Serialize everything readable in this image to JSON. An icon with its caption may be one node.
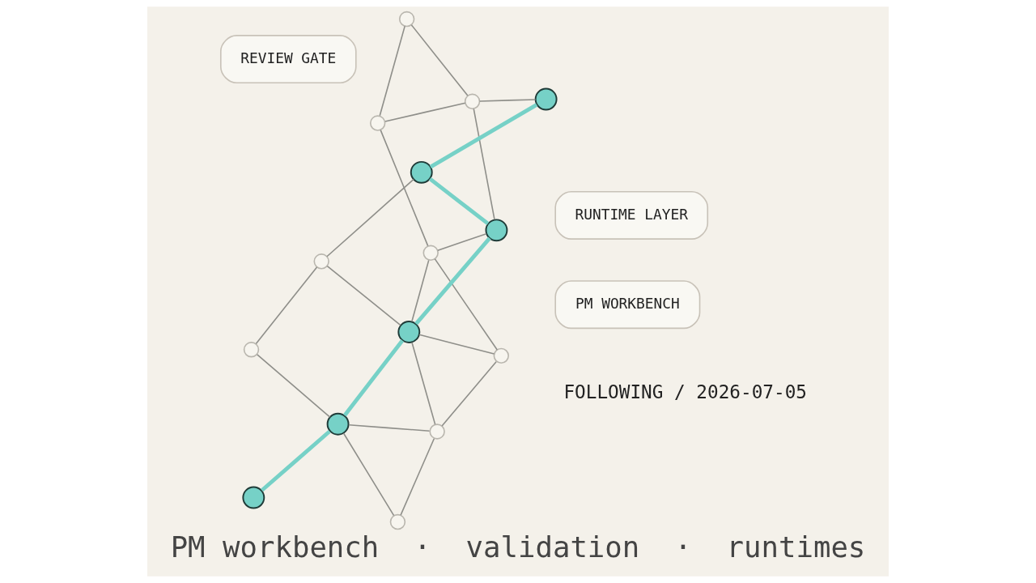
{
  "diagram": {
    "caption": "PM workbench  ·  validation  ·  runtimes",
    "nodes": [
      {
        "text": [
          "PM WORKBENCH"
        ]
      },
      {
        "text": [],
        "shape": "circle"
      },
      {
        "text": [],
        "shape": "circle"
      },
      {
        "text": [],
        "shape": "circle"
      },
      {
        "text": [],
        "shape": "circle"
      },
      {
        "text": [],
        "shape": "circle"
      },
      {
        "text": [],
        "shape": "circle"
      },
      {
        "text": [],
        "shape": "circle"
      },
      {
        "text": [
          "REVIEW GATE"
        ]
      },
      {
        "text": [],
        "shape": "circle"
      },
      {
        "text": [],
        "shape": "circle"
      },
      {
        "text": [],
        "shape": "circle"
      },
      {
        "text": [],
        "shape": "circle"
      },
      {
        "text": [
          "RUNTIME LAYER"
        ]
      },
      {
        "text": [],
        "shape": "circle"
      },
      {
        "text": [],
        "shape": "circle"
      },
      {
        "text": [],
        "shape": "circle"
      },
      {
        "text": [],
        "shape": "circle"
      }
    ],
    "edges": [
      {
        "from": 4,
        "to": 1,
        "arrow": "none"
      },
      {
        "from": 4,
        "to": 10,
        "arrow": "none"
      },
      {
        "from": 1,
        "to": 10,
        "arrow": "none"
      },
      {
        "from": 1,
        "to": 5,
        "arrow": "none"
      },
      {
        "from": 5,
        "to": 2,
        "arrow": "none"
      },
      {
        "from": 5,
        "to": 9,
        "arrow": "none"
      },
      {
        "from": 5,
        "to": 7,
        "arrow": "none"
      },
      {
        "from": 2,
        "to": 7,
        "arrow": "none"
      },
      {
        "from": 2,
        "to": 6,
        "arrow": "none"
      },
      {
        "from": 6,
        "to": 3,
        "arrow": "none"
      },
      {
        "from": 6,
        "to": 7,
        "arrow": "none"
      },
      {
        "from": 6,
        "to": 11,
        "arrow": "none"
      },
      {
        "from": 3,
        "to": 11,
        "arrow": "none"
      },
      {
        "from": 10,
        "to": 9,
        "arrow": "none"
      },
      {
        "from": 10,
        "to": 16,
        "arrow": "none"
      },
      {
        "from": 9,
        "to": 7,
        "arrow": "none",
        "style": "thick",
        "color": "#76d1c7"
      },
      {
        "from": 9,
        "to": 15,
        "arrow": "none",
        "style": "thick",
        "color": "#76d1c7"
      },
      {
        "from": 7,
        "to": 11,
        "arrow": "none",
        "style": "thick",
        "color": "#76d1c7"
      },
      {
        "from": 7,
        "to": 17,
        "arrow": "none"
      },
      {
        "from": 11,
        "to": 12,
        "arrow": "none",
        "style": "thick",
        "color": "#76d1c7"
      },
      {
        "from": 11,
        "to": 14,
        "arrow": "none"
      },
      {
        "from": 17,
        "to": 14,
        "arrow": "none"
      },
      {
        "from": 15,
        "to": 17,
        "arrow": "none"
      },
      {
        "from": 16,
        "to": 15,
        "arrow": "none",
        "style": "thick",
        "color": "#76d1c7"
      }
    ],
    "labels": [
      "FOLLOWING / 2026-07-05"
    ]
  }
}
